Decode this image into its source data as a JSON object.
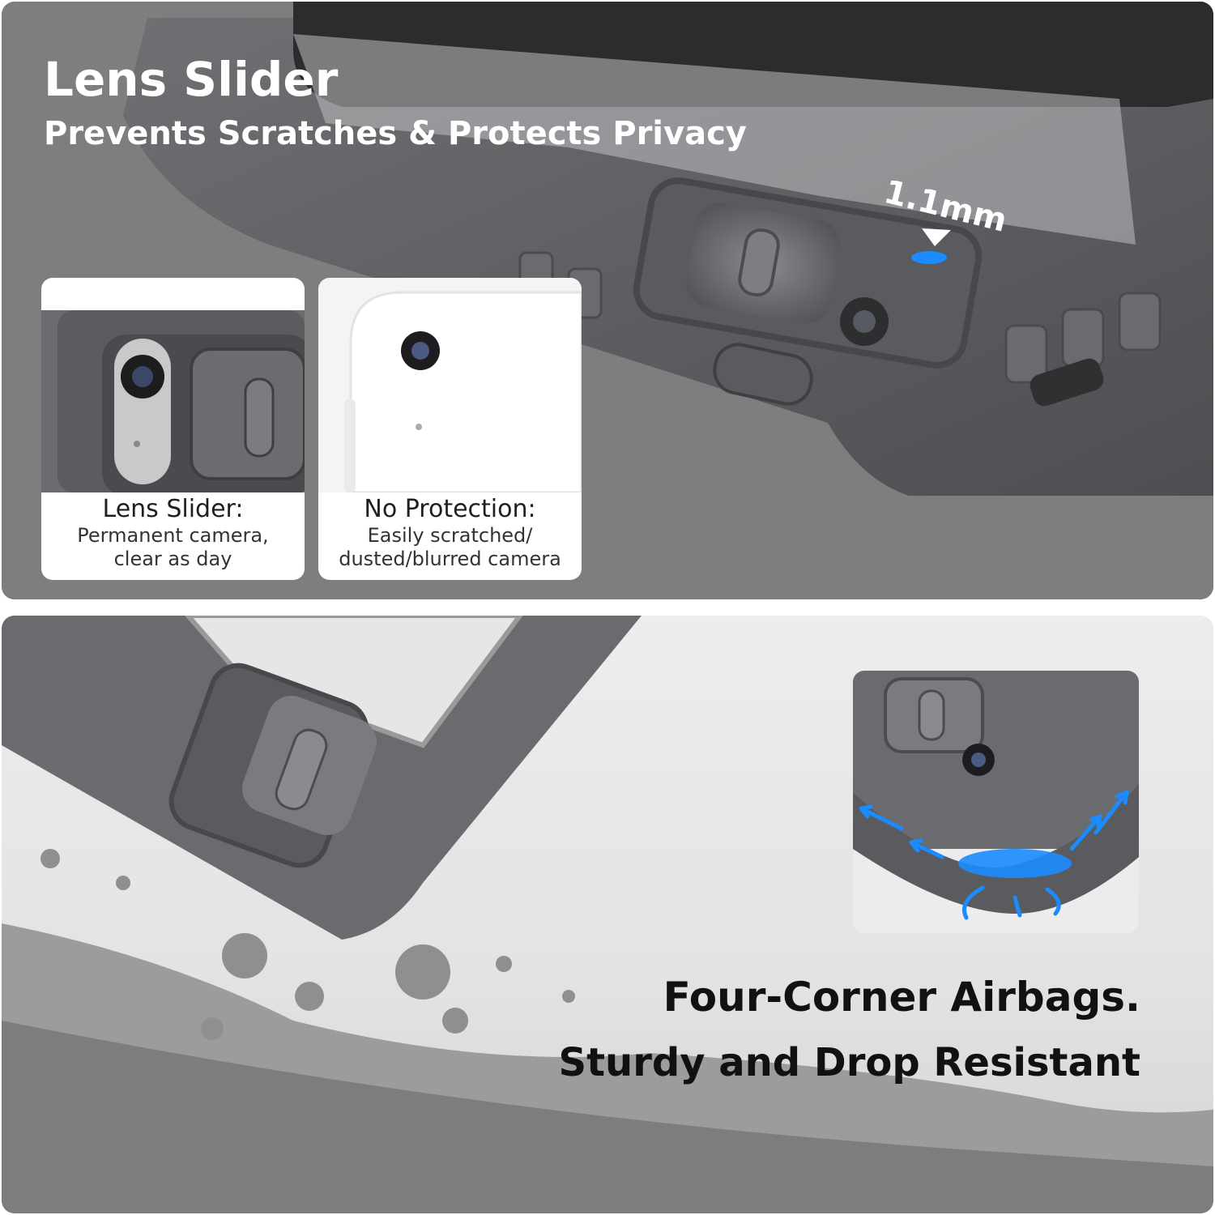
{
  "top": {
    "title": "Lens Slider",
    "subtitle": "Prevents Scratches & Protects Privacy",
    "measurement": "1.1mm"
  },
  "cards": [
    {
      "heading": "Lens Slider:",
      "line1": "Permanent camera,",
      "line2": "clear as day"
    },
    {
      "heading": "No Protection:",
      "line1": "Easily scratched/",
      "line2": "dusted/blurred camera"
    }
  ],
  "bottom": {
    "title": "Four-Corner Airbags.",
    "subtitle": "Sturdy and Drop Resistant"
  },
  "colors": {
    "accent": "#1a8cff",
    "case_gray": "#5f6063",
    "text_dark": "#111111"
  },
  "icons": [
    "camera-lens-icon",
    "slider-cover-icon",
    "impact-arrow-icon"
  ]
}
